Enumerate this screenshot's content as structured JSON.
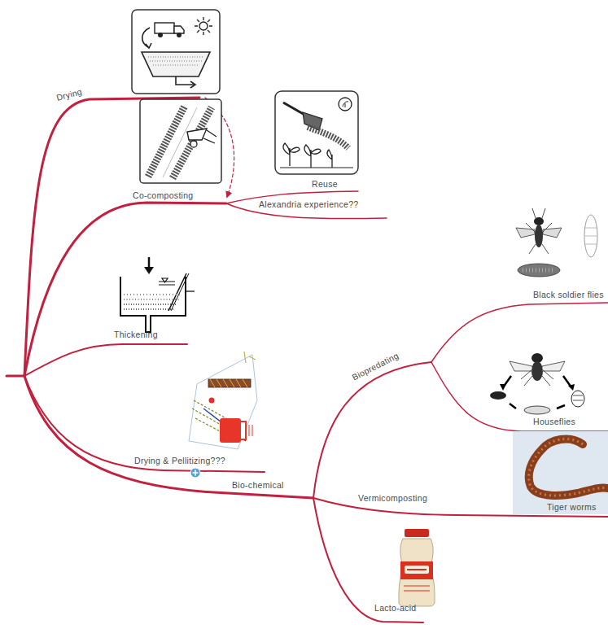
{
  "diagram": {
    "labels": [
      "Drying",
      "Co-composting",
      "Reuse",
      "Alexandria experience??",
      "Thickening",
      "Drying & Pellitizing???",
      "Bio-chemical",
      "Biopredating",
      "Black soldier flies",
      "Houseflies",
      "Vermicomposting",
      "Tiger worms",
      "Lacto-acid"
    ]
  }
}
